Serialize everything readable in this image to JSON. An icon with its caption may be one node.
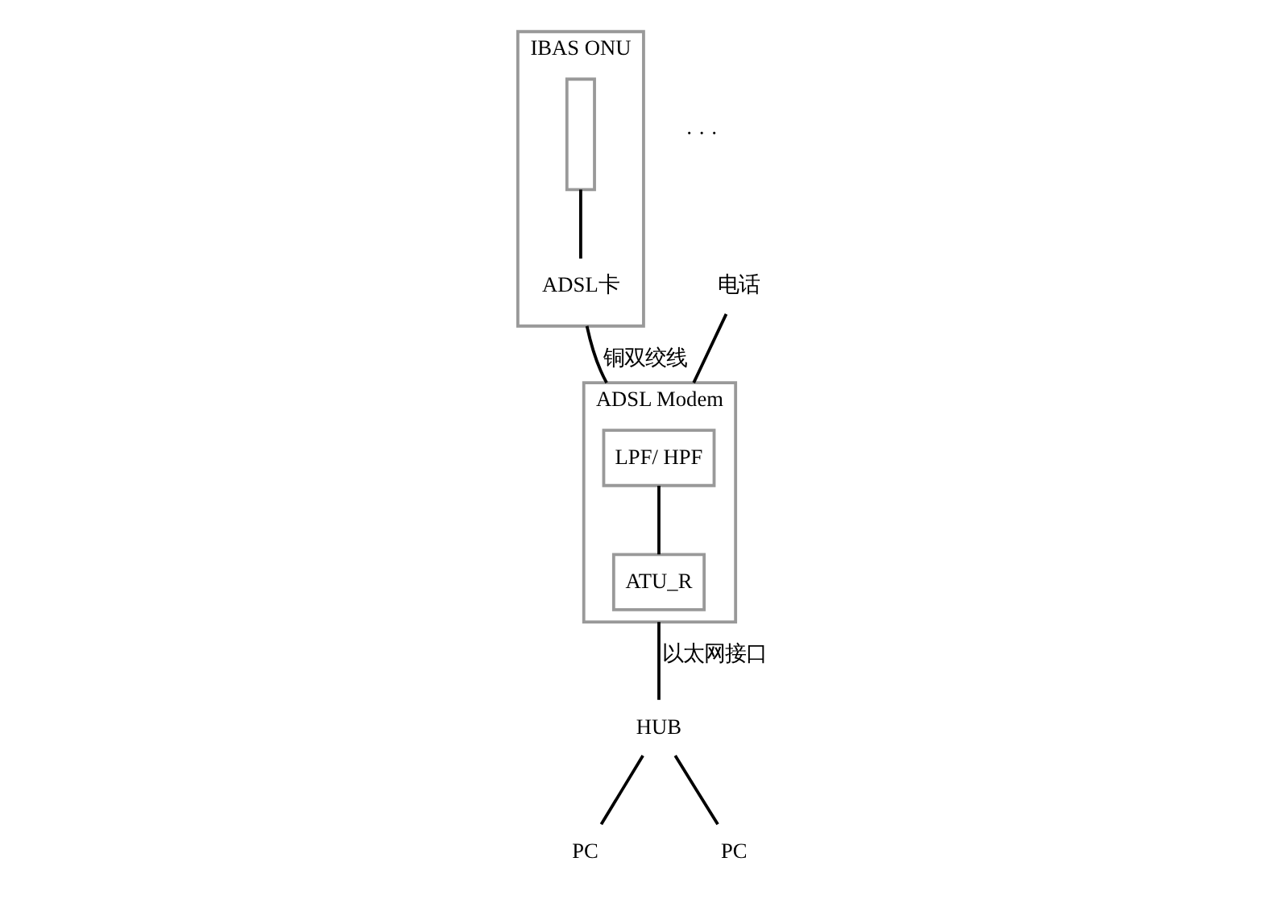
{
  "diagram": {
    "nodes": [
      {
        "text": [
          "IBAS ONU"
        ]
      },
      {
        "text": [],
        "shape": "box",
        "in": 0
      },
      {
        "text": [
          "ADSL卡"
        ],
        "in": 0
      },
      {
        "text": [
          "ADSL Modem"
        ]
      },
      {
        "text": [
          "LPF/ HPF"
        ],
        "in": 3
      },
      {
        "text": [
          "ATU_R"
        ],
        "in": 3
      },
      {
        "text": [
          "电话"
        ]
      },
      {
        "text": [
          "HUB"
        ]
      },
      {
        "text": [
          "PC"
        ]
      },
      {
        "text": [
          "PC"
        ]
      }
    ],
    "edges": [
      {
        "from": 1,
        "to": 2,
        "arrow": "none"
      },
      {
        "from": 0,
        "to": 3,
        "arrow": "none",
        "label": "铜双绞线"
      },
      {
        "from": 6,
        "to": 3,
        "arrow": "none"
      },
      {
        "from": 4,
        "to": 5,
        "arrow": "none"
      },
      {
        "from": 3,
        "to": 7,
        "arrow": "none",
        "label": "以太网接口"
      },
      {
        "from": 7,
        "to": 8,
        "arrow": "none"
      },
      {
        "from": 7,
        "to": 9,
        "arrow": "none"
      }
    ],
    "labels": [
      "· · ·"
    ]
  }
}
